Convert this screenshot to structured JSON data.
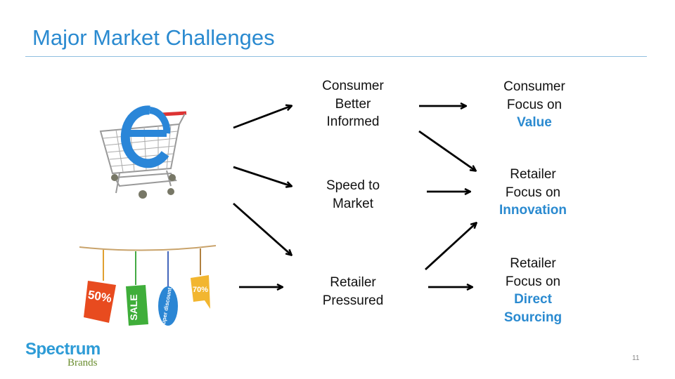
{
  "slide": {
    "title": "Major Market Challenges",
    "page_number": "11",
    "accent_color": "#2a8ad0"
  },
  "images": {
    "cart": {
      "label": "Shopping cart with e-commerce 'e' icon"
    },
    "tags": {
      "label": "Hanging sale tags",
      "tag_texts": [
        "50%",
        "SALE",
        "Super discount",
        "70%"
      ]
    }
  },
  "middle": [
    {
      "lines": [
        "Consumer",
        "Better",
        "Informed"
      ]
    },
    {
      "lines": [
        "Speed to",
        "Market"
      ]
    },
    {
      "lines": [
        "Retailer",
        "Pressured"
      ]
    }
  ],
  "right": [
    {
      "lines": [
        "Consumer",
        "Focus on"
      ],
      "highlight": [
        "Value"
      ]
    },
    {
      "lines": [
        "Retailer",
        "Focus on"
      ],
      "highlight": [
        "Innovation"
      ]
    },
    {
      "lines": [
        "Retailer",
        "Focus on"
      ],
      "highlight": [
        "Direct",
        "Sourcing"
      ]
    }
  ],
  "logo": {
    "primary": "Spectrum",
    "secondary": "Brands"
  }
}
